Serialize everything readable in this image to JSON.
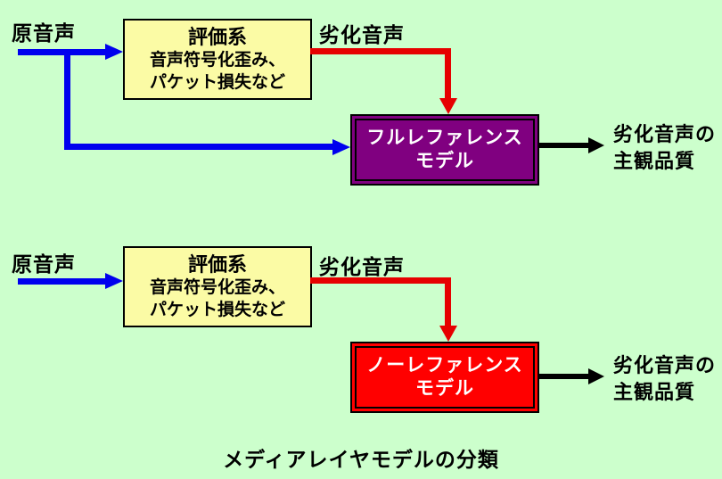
{
  "caption": "メディアレイヤモデルの分類",
  "colors": {
    "background": "#CCFFCC",
    "eval_box_fill": "#FBFBA5",
    "arrow_blue": "#0000EE",
    "arrow_red": "#E60000",
    "arrow_black": "#000000",
    "full_reference_box_fill": "#800080",
    "no_reference_box_fill": "#FF0000",
    "model_box_text": "#FFFFFF"
  },
  "top": {
    "input_label": "原音声",
    "eval_box": {
      "title": "評価系",
      "detail1": "音声符号化歪み、",
      "detail2": "パケット損失など"
    },
    "degraded_label": "劣化音声",
    "model_box": {
      "line1": "フルレファレンス",
      "line2": "モデル"
    },
    "output_label": {
      "line1": "劣化音声の",
      "line2": "主観品質"
    }
  },
  "bottom": {
    "input_label": "原音声",
    "eval_box": {
      "title": "評価系",
      "detail1": "音声符号化歪み、",
      "detail2": "パケット損失など"
    },
    "degraded_label": "劣化音声",
    "model_box": {
      "line1": "ノーレファレンス",
      "line2": "モデル"
    },
    "output_label": {
      "line1": "劣化音声の",
      "line2": "主観品質"
    }
  }
}
